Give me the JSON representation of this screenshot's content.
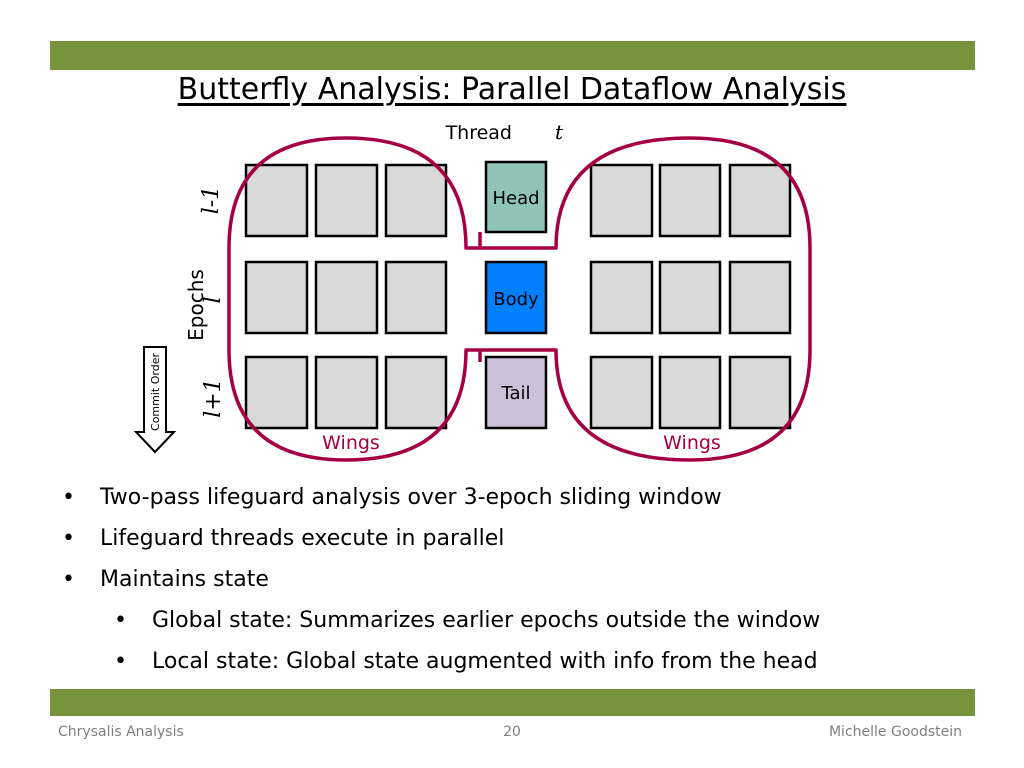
{
  "title": "Butterfly Analysis:  Parallel Dataflow Analysis",
  "diagram": {
    "thread_label": "Thread ",
    "thread_var": "t",
    "epochs_label": "Epochs",
    "epoch_rows": [
      "l-1",
      "l",
      "l+1"
    ],
    "head_label": "Head",
    "body_label": "Body",
    "tail_label": "Tail",
    "wings_left": "Wings",
    "wings_right": "Wings",
    "commit_order": "Commit Order",
    "colors": {
      "head": "#8fc4b7",
      "body": "#0080ff",
      "tail": "#ccc0da",
      "cell": "#d9d9d9",
      "wing_outline": "#a50044",
      "wings_text": "#a50044"
    }
  },
  "bullets": [
    {
      "text": "Two-pass lifeguard analysis over 3-epoch sliding window",
      "level": 0
    },
    {
      "text": "Lifeguard threads execute in parallel",
      "level": 0
    },
    {
      "text": "Maintains state",
      "level": 0
    },
    {
      "text": "Global state:  Summarizes earlier epochs outside the window",
      "level": 1
    },
    {
      "text": "Local state: Global state augmented with info from the head",
      "level": 1
    }
  ],
  "footer": {
    "left": "Chrysalis Analysis",
    "center": "20",
    "right": "Michelle Goodstein"
  }
}
